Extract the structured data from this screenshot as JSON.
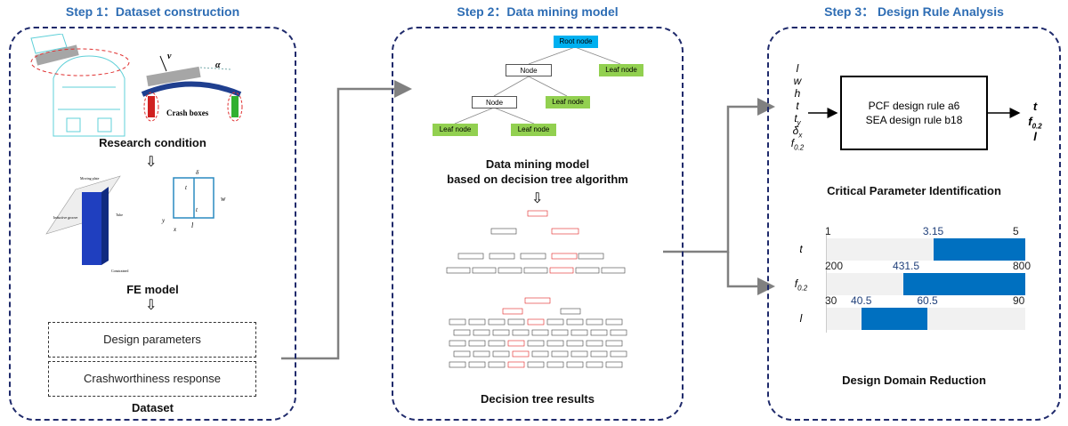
{
  "steps": [
    {
      "title": "Step 1：Dataset construction"
    },
    {
      "title": "Step 2：Data mining model"
    },
    {
      "title": "Step 3：  Design Rule Analysis"
    }
  ],
  "step1": {
    "research_labels": {
      "v": "v",
      "alpha": "α",
      "crash_boxes": "Crash boxes"
    },
    "research_condition": "Research condition",
    "fe_labels": {
      "moving_plate": "Moving plate",
      "inductive_groove": "Inductive groove",
      "tube": "Tube",
      "constrained": "Constrained",
      "t": "t",
      "w": "w",
      "ty": "t",
      "l": "l",
      "delta": "δ",
      "x": "x",
      "y": "y"
    },
    "fe_model": "FE model",
    "design_parameters": "Design parameters",
    "crashworthiness": "Crashworthiness response",
    "dataset": "Dataset"
  },
  "step2": {
    "tree": {
      "root": "Root node",
      "node1": "Node",
      "node2": "Node",
      "leaf": "Leaf node"
    },
    "caption_line1": "Data mining model",
    "caption_line2": "based on decision tree algorithm",
    "results_caption": "Decision tree results"
  },
  "step3": {
    "inputs": [
      "l",
      "w",
      "h",
      "t",
      "t",
      "δ",
      "f"
    ],
    "input_subs": [
      "",
      "",
      "",
      "",
      "y",
      "x",
      "0.2"
    ],
    "rule_line1": "PCF design rule a6",
    "rule_line2": "SEA design rule b18",
    "outputs": [
      "t",
      "f",
      "l"
    ],
    "output_subs": [
      "",
      "0.2",
      ""
    ],
    "critical_caption": "Critical Parameter Identification",
    "domain_caption": "Design Domain Reduction",
    "ranges": [
      {
        "param": "t",
        "sub": "",
        "min": 1,
        "max": 5,
        "low": 3.15,
        "high": 5,
        "min_label": "1",
        "low_label": "3.15",
        "max_label": "5",
        "high_label": ""
      },
      {
        "param": "f",
        "sub": "0.2",
        "min": 200,
        "max": 800,
        "low": 431.5,
        "high": 800,
        "min_label": "200",
        "low_label": "431.5",
        "max_label": "800",
        "high_label": ""
      },
      {
        "param": "l",
        "sub": "",
        "min": 30,
        "max": 90,
        "low": 40.5,
        "high": 60.5,
        "min_label": "30",
        "low_label": "40.5",
        "max_label": "90",
        "high_label": "60.5"
      }
    ]
  },
  "colors": {
    "panel_border": "#1f2a6b",
    "step_title": "#2e6db4",
    "root_node": "#00b0f0",
    "leaf_node": "#92d050",
    "range_fill": "#0070c0",
    "arrow": "#808080"
  }
}
